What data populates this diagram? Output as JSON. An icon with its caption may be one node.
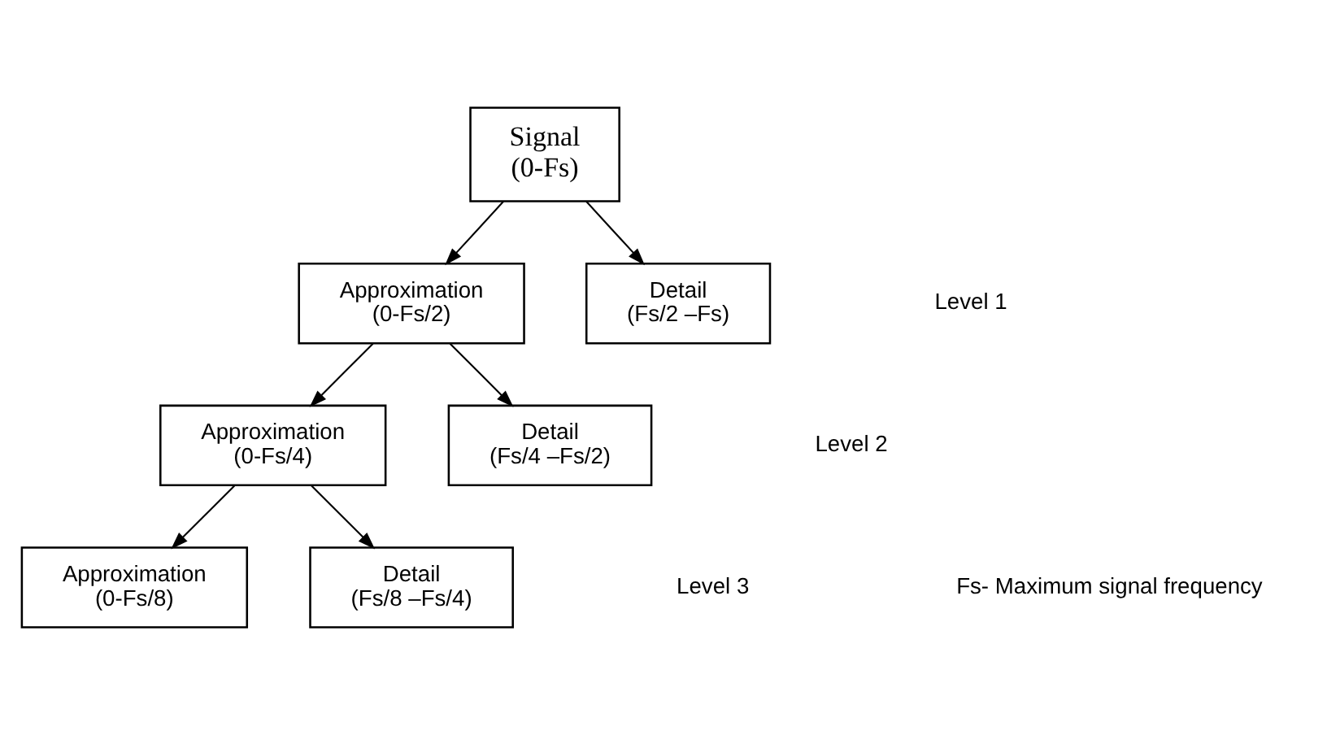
{
  "diagram": {
    "nodes": [
      {
        "text": [
          "Signal",
          "(0-Fs)"
        ]
      },
      {
        "text": [
          "Approximation",
          "(0-Fs/2)"
        ]
      },
      {
        "text": [
          "Detail",
          "(Fs/2 –Fs)"
        ]
      },
      {
        "text": [
          "Approximation",
          "(0-Fs/4)"
        ]
      },
      {
        "text": [
          "Detail",
          "(Fs/4 –Fs/2)"
        ]
      },
      {
        "text": [
          "Approximation",
          "(0-Fs/8)"
        ]
      },
      {
        "text": [
          "Detail",
          "(Fs/8 –Fs/4)"
        ]
      }
    ],
    "edges": [
      {
        "from": 0,
        "to": 1,
        "arrow": "to"
      },
      {
        "from": 0,
        "to": 2,
        "arrow": "to"
      },
      {
        "from": 1,
        "to": 3,
        "arrow": "to"
      },
      {
        "from": 1,
        "to": 4,
        "arrow": "to"
      },
      {
        "from": 3,
        "to": 5,
        "arrow": "to"
      },
      {
        "from": 3,
        "to": 6,
        "arrow": "to"
      }
    ],
    "labels": [
      "Level 1",
      "Level 2",
      "Level 3",
      "Fs- Maximum signal frequency"
    ]
  }
}
